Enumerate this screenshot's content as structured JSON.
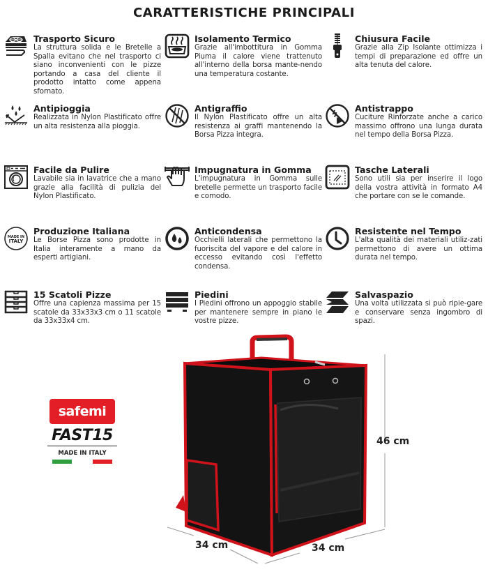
{
  "page": {
    "title": "CARATTERISTICHE PRINCIPALI"
  },
  "features": [
    {
      "icon": "pizza-box-hand-icon",
      "title": "Trasporto Sicuro",
      "desc": "La struttura solida e le Bretelle a Spalla evitano che nel trasporto ci siano inconvenienti con le pizze portando a casa del cliente il prodotto intatto come appena sfornato."
    },
    {
      "icon": "heated-box-icon",
      "title": "Isolamento Termico",
      "desc": "Grazie all'imbottitura in Gomma Piuma il calore viene trattenuto all'interno della borsa mante-nendo una temperatura costante."
    },
    {
      "icon": "zipper-icon",
      "title": "Chiusura Facile",
      "desc": "Grazie alla Zip Isolante ottimizza i tempi di preparazione ed offre un alta tenuta del calore."
    },
    {
      "icon": "rain-drops-icon",
      "title": "Antipioggia",
      "desc": "Realizzata in Nylon Plastificato offre un alta resistenza alla pioggia."
    },
    {
      "icon": "no-scratch-icon",
      "title": "Antigraffio",
      "desc": "Il Nylon Plastificato offre un alta resistenza ai graffi mantenendo la Borsa Pizza integra."
    },
    {
      "icon": "no-tear-icon",
      "title": "Antistrappo",
      "desc": "Cuciture Rinforzate anche a carico massimo offrono una lunga durata nel tempo della Borsa Pizza."
    },
    {
      "icon": "washing-machine-icon",
      "title": "Facile da Pulire",
      "desc": "Lavabile sia in lavatrice che a mano grazie alla facilità di pulizia del Nylon Plastificato."
    },
    {
      "icon": "hand-grip-icon",
      "title": "Impugnatura in Gomma",
      "desc": "L'impugnatura in Gomma sulle bretelle permette un trasporto facile e comodo."
    },
    {
      "icon": "side-pocket-icon",
      "title": "Tasche Laterali",
      "desc": "Sono utili sia per inserire il logo della vostra attività in formato A4 che portare con se le comande."
    },
    {
      "icon": "made-in-italy-icon",
      "title": "Produzione Italiana",
      "desc": "Le Borse Pizza sono prodotte in Italia interamente a mano da esperti artigiani."
    },
    {
      "icon": "anti-condensation-icon",
      "title": "Anticondensa",
      "desc": "Occhielli laterali che permettono la fuoriscita del vapore e del calore in eccesso evitando così l'effetto condensa."
    },
    {
      "icon": "clock-icon",
      "title": "Resistente nel Tempo",
      "desc": "L'alta qualità dei materiali utiliz-zati permettono di avere un ottima durata nel tempo."
    },
    {
      "icon": "stacked-boxes-icon",
      "title": "15 Scatoli Pizze",
      "desc": "Offre una capienza massima per 15 scatole da 33x33x3 cm o 11 scatole da 33x33x4 cm."
    },
    {
      "icon": "feet-icon",
      "title": "Piedini",
      "desc": "I Piedini offrono un appoggio stabile per mantenere sempre in piano le vostre pizze."
    },
    {
      "icon": "fold-icon",
      "title": "Salvaspazio",
      "desc": "Una volta utilizzata si può ripie-gare e conservare senza ingombro di spazi."
    }
  ],
  "made_in_italy_badge": {
    "line1": "MADE IN",
    "line2": "ITALY"
  },
  "logo": {
    "brand": "safemi",
    "model": "FAST15",
    "tagline": "MADE IN ITALY",
    "brand_color": "#e41e26",
    "flag_green": "#2e9e3e",
    "flag_red": "#e41e26"
  },
  "product": {
    "height_label": "46 cm",
    "depth_label": "34 cm",
    "width_label": "34 cm",
    "body_color": "#141414",
    "trim_color": "#d0121b"
  }
}
